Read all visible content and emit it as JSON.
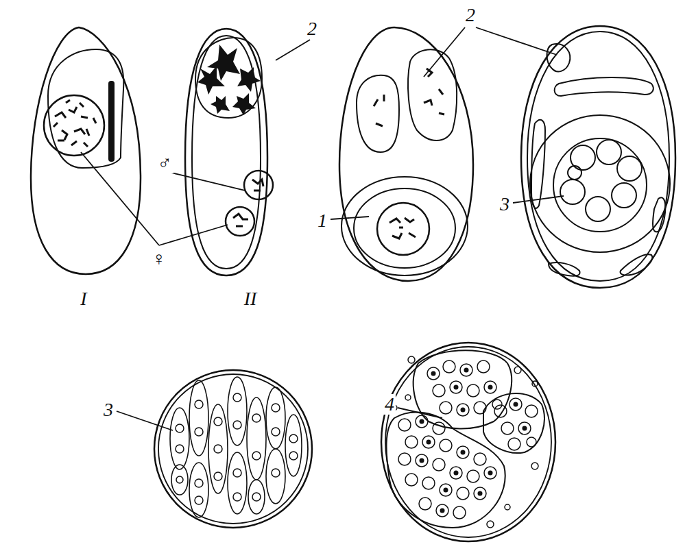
{
  "diagram": {
    "labels": [
      "2",
      "♂",
      "♀",
      "I",
      "II",
      "2",
      "1",
      "3",
      "3",
      "4"
    ]
  }
}
